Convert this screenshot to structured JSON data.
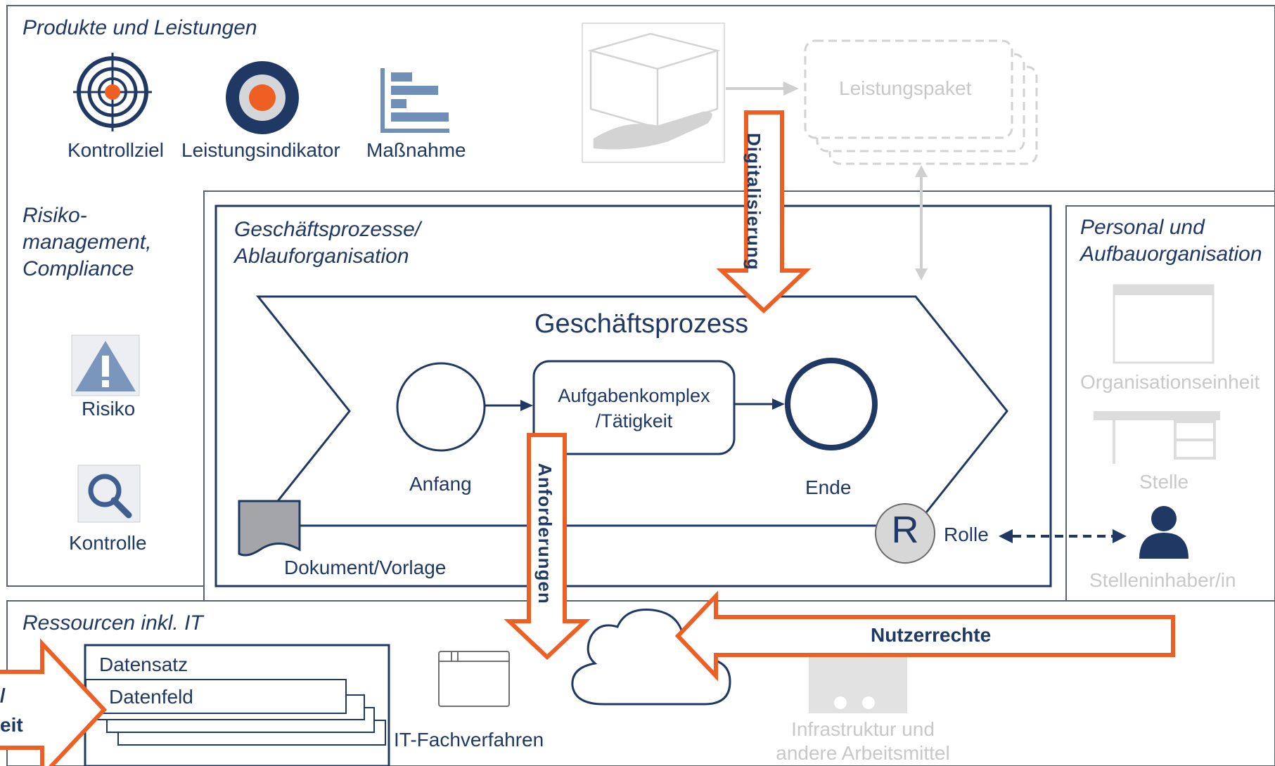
{
  "sections": {
    "produkte": "Produkte und Leistungen",
    "risiko_line1": "Risiko-",
    "risiko_line2": "management,",
    "risiko_line3": "Compliance",
    "prozesse_line1": "Geschäftsprozesse/",
    "prozesse_line2": "Ablauforganisation",
    "personal_line1": "Personal und",
    "personal_line2": "Aufbauorganisation",
    "ressourcen": "Ressourcen inkl. IT"
  },
  "produkte_items": {
    "kontrollziel": "Kontrollziel",
    "leistungsindikator": "Leistungsindikator",
    "massnahme": "Maßnahme",
    "leistungspaket": "Leistungspaket"
  },
  "risiko_items": {
    "risiko": "Risiko",
    "kontrolle": "Kontrolle"
  },
  "process": {
    "title": "Geschäftsprozess",
    "start": "Anfang",
    "task_line1": "Aufgabenkomplex",
    "task_line2": "/Tätigkeit",
    "end": "Ende",
    "document": "Dokument/Vorlage",
    "role_symbol": "R",
    "role": "Rolle"
  },
  "personal_items": {
    "org_unit": "Organisationseinheit",
    "stelle": "Stelle",
    "inhaber": "Stelleninhaber/in"
  },
  "ressourcen_items": {
    "datensatz": "Datensatz",
    "datenfeld": "Datenfeld",
    "it_fachverfahren": "IT-Fachverfahren",
    "infra_line1": "Infrastruktur und",
    "infra_line2": "andere Arbeitsmittel"
  },
  "arrows": {
    "digitalisierung": "Digitalisierung",
    "anforderungen": "Anforderungen",
    "nutzerrechte": "Nutzerrechte",
    "left_line1": "/",
    "left_line2": "eit"
  },
  "colors": {
    "navy": "#1f3864",
    "orange": "#ed5f22",
    "border": "#5a6272",
    "faded": "#d3d3d3",
    "icon_blue": "#5879a8"
  }
}
